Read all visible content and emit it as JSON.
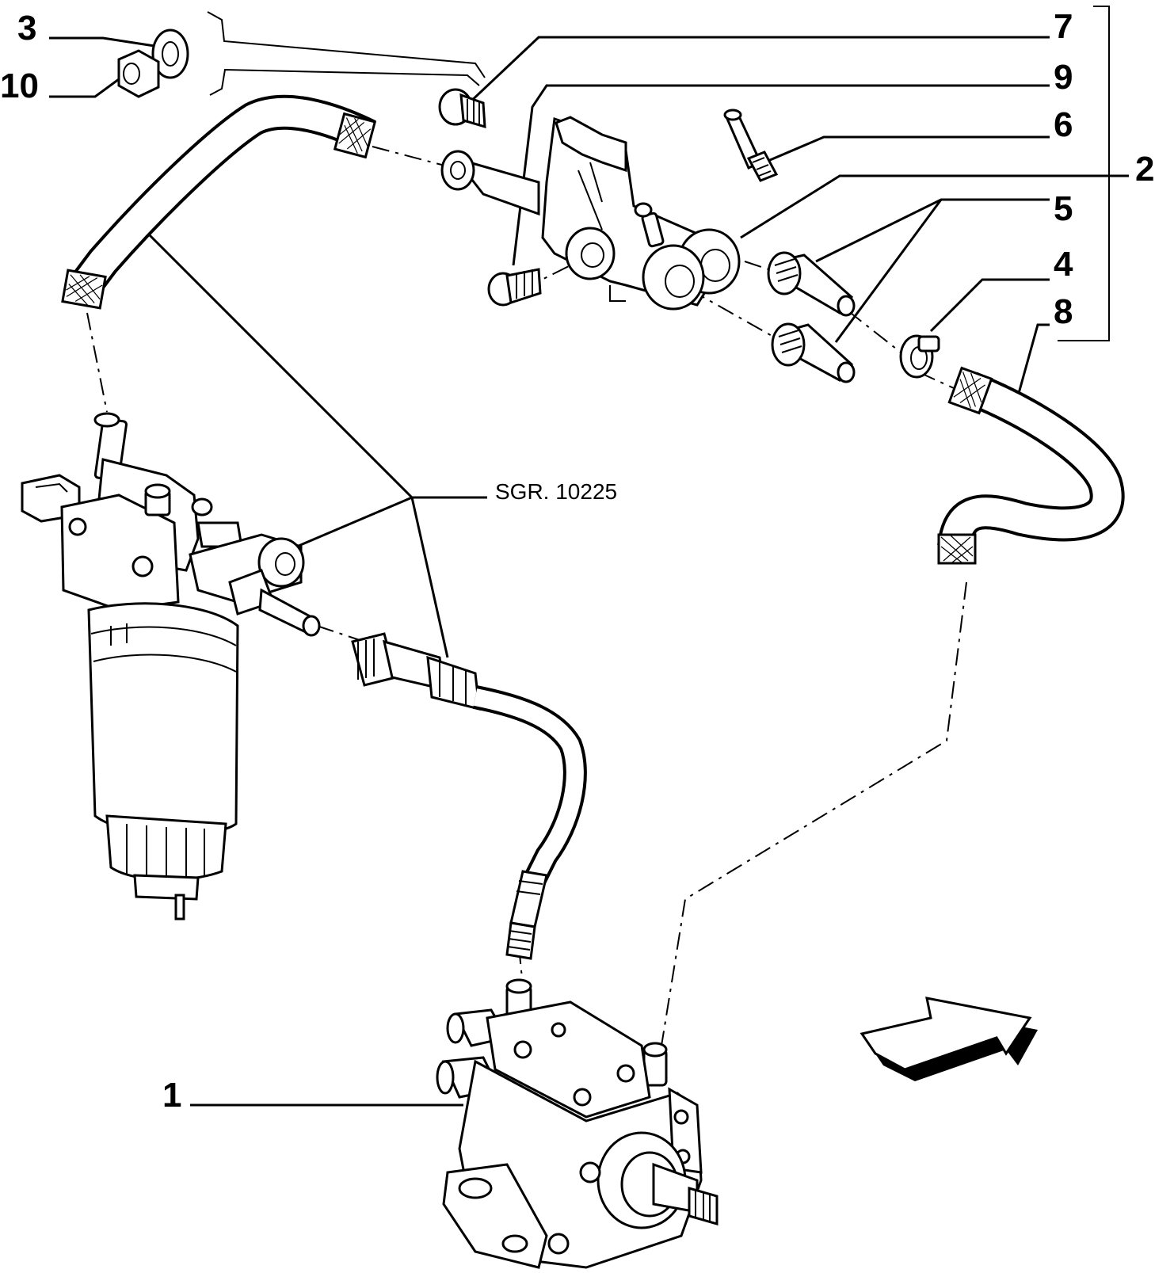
{
  "callouts": {
    "c3": "3",
    "c10": "10",
    "c7": "7",
    "c9": "9",
    "c6": "6",
    "c2": "2",
    "c5": "5",
    "c4": "4",
    "c8": "8",
    "c1": "1"
  },
  "reference": "SGR. 10225",
  "parts": [
    "fuel-filter",
    "high-pressure-pump",
    "fuel-manifold-block",
    "return-hose-left",
    "return-hose-right",
    "delivery-pipe",
    "hose-fittings",
    "hose-clamp",
    "bleed-screws",
    "nut-and-washer",
    "direction-arrow"
  ]
}
